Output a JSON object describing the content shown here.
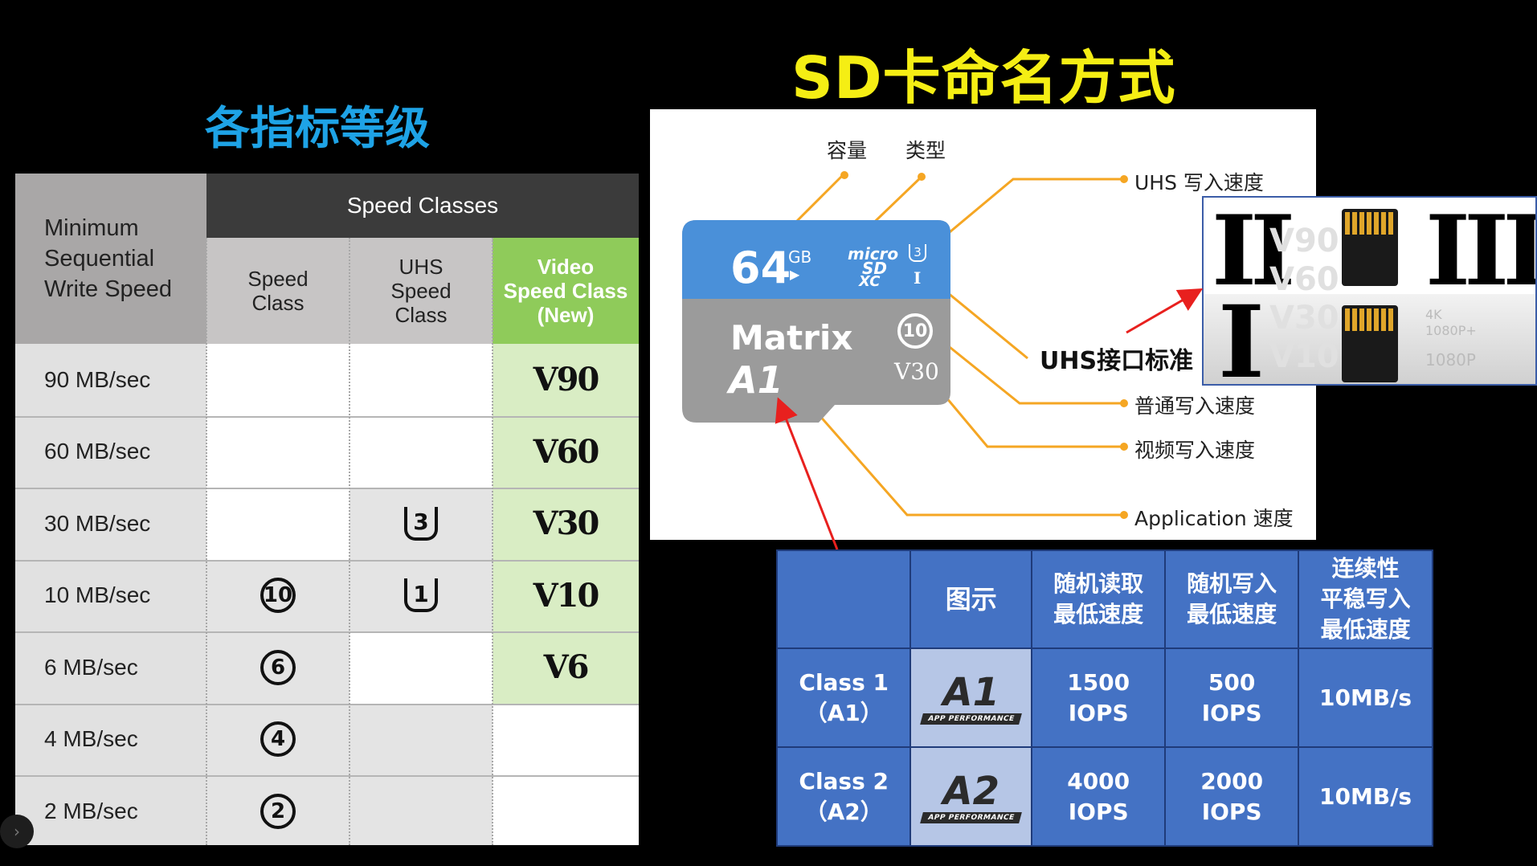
{
  "titles": {
    "main": "SD卡命名方式",
    "left": "各指标等级"
  },
  "speed_table": {
    "header_min": [
      "Minimum",
      "Sequential",
      "Write Speed"
    ],
    "header_group": "Speed Classes",
    "header_speed_class": [
      "Speed",
      "Class"
    ],
    "header_uhs": [
      "UHS",
      "Speed",
      "Class"
    ],
    "header_video": [
      "Video",
      "Speed Class",
      "(New)"
    ],
    "rows": [
      {
        "speed": "90 MB/sec",
        "speed_class": "",
        "uhs": "",
        "video": "V90"
      },
      {
        "speed": "60 MB/sec",
        "speed_class": "",
        "uhs": "",
        "video": "V60"
      },
      {
        "speed": "30 MB/sec",
        "speed_class": "",
        "uhs": "3",
        "video": "V30"
      },
      {
        "speed": "10 MB/sec",
        "speed_class": "10",
        "uhs": "1",
        "video": "V10"
      },
      {
        "speed": "6 MB/sec",
        "speed_class": "6",
        "uhs": "",
        "video": "V6"
      },
      {
        "speed": "4 MB/sec",
        "speed_class": "4",
        "uhs": "",
        "video": ""
      },
      {
        "speed": "2 MB/sec",
        "speed_class": "2",
        "uhs": "",
        "video": ""
      }
    ]
  },
  "card_diagram": {
    "label_capacity": "容量",
    "label_type": "类型",
    "label_uhs_write": "UHS 写入速度",
    "label_uhs_interface": "UHS接口标准",
    "label_normal_write": "普通写入速度",
    "label_video_write": "视频写入速度",
    "label_app": "Application 速度",
    "card": {
      "capacity": "64",
      "unit": "GB",
      "brand": "Matrix",
      "app_class": "A1",
      "speed_class": "10",
      "video_class": "V30",
      "uhs_speed": "3",
      "uhs_interface": "I",
      "micro": "micro",
      "sd": "SD",
      "xc": "XC"
    },
    "accent": "#f5a623",
    "card_blue": "#4a90d9",
    "card_gray": "#9b9b9b"
  },
  "inset": {
    "roman_top": "II",
    "roman_right": "III",
    "roman_bottom": "I",
    "faded": [
      "V90",
      "V60",
      "V30",
      "V10"
    ],
    "res_4k": "4K",
    "res_1080pp": "1080P+",
    "res_1080": "1080P"
  },
  "app_table": {
    "headers": [
      "",
      "图示",
      "随机读取\n最低速度",
      "随机写入\n最低速度",
      "连续性\n平稳写入\n最低速度"
    ],
    "rows": [
      {
        "name": "Class 1\n（A1）",
        "badge": "A1",
        "badge_sub": "APP PERFORMANCE",
        "read": "1500\nIOPS",
        "write": "500\nIOPS",
        "seq": "10MB/s"
      },
      {
        "name": "Class 2\n（A2）",
        "badge": "A2",
        "badge_sub": "APP PERFORMANCE",
        "read": "4000\nIOPS",
        "write": "2000\nIOPS",
        "seq": "10MB/s"
      }
    ]
  },
  "colors": {
    "title_yellow": "#f5ee14",
    "title_blue": "#1ea3e6",
    "table_blue": "#4472c4",
    "arrow_red": "#e8201e"
  }
}
